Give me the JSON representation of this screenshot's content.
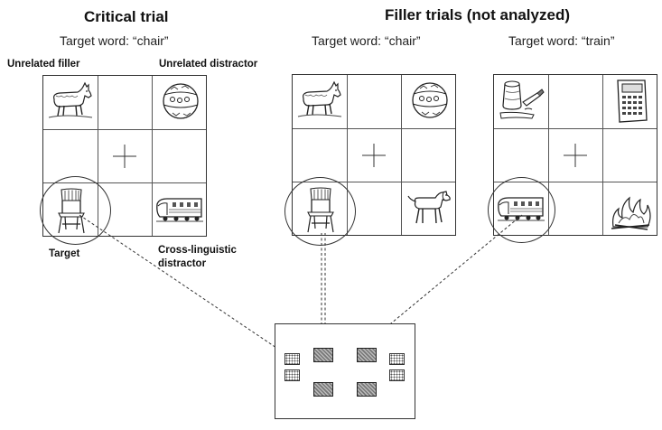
{
  "critical": {
    "title": "Critical trial",
    "target_word": "Target word: “chair”",
    "labels": {
      "unrelated_filler": "Unrelated filler",
      "unrelated_distractor": "Unrelated distractor",
      "target": "Target",
      "cross_linguistic_line1": "Cross-linguistic",
      "cross_linguistic_line2": "distractor"
    },
    "cells": [
      "goat",
      "ball",
      "chair",
      "train"
    ]
  },
  "filler": {
    "title": "Filler trials (not analyzed)",
    "trial1": {
      "target_word": "Target word: “chair”",
      "cells": [
        "goat",
        "ball",
        "chair",
        "dog"
      ]
    },
    "trial2": {
      "target_word": "Target word: “train”",
      "cells": [
        "paint-supplies",
        "calculator",
        "train",
        "fire"
      ]
    }
  },
  "colors": {
    "line": "#333333",
    "hatch": "#777777"
  }
}
